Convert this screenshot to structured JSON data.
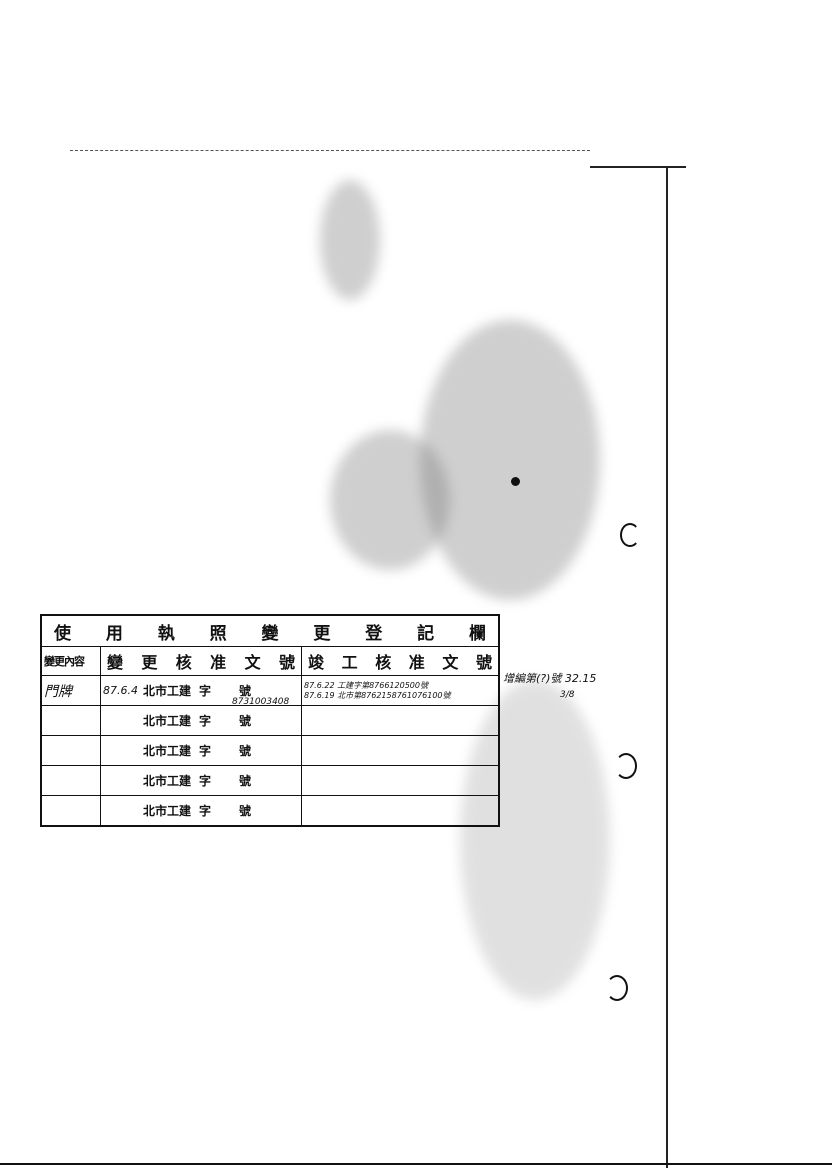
{
  "register": {
    "title_chars": [
      "使",
      "用",
      "執",
      "照",
      "變",
      "更",
      "登",
      "記",
      "欄"
    ],
    "headers": {
      "change_content": "變更內容",
      "change_approval_chars": [
        "變",
        "更",
        "核",
        "准",
        "文",
        "號"
      ],
      "completion_approval_chars": [
        "竣",
        "工",
        "核",
        "准",
        "文",
        "號"
      ]
    },
    "rows": [
      {
        "content": "門牌",
        "date": "87.6.4",
        "prefix": "北市工建",
        "zi": "字",
        "hao": "號",
        "handwritten_number": "8731003408",
        "completion_lines": [
          "87.6.22 工建字第8766120500號",
          "87.6.19 北市第8762158761076100號"
        ]
      },
      {
        "content": "",
        "date": "",
        "prefix": "北市工建",
        "zi": "字",
        "hao": "號",
        "handwritten_number": "",
        "completion_lines": [
          "",
          ""
        ]
      },
      {
        "content": "",
        "date": "",
        "prefix": "北市工建",
        "zi": "字",
        "hao": "號",
        "handwritten_number": "",
        "completion_lines": [
          "",
          ""
        ]
      },
      {
        "content": "",
        "date": "",
        "prefix": "北市工建",
        "zi": "字",
        "hao": "號",
        "handwritten_number": "",
        "completion_lines": [
          "",
          ""
        ]
      },
      {
        "content": "",
        "date": "",
        "prefix": "北市工建",
        "zi": "字",
        "hao": "號",
        "handwritten_number": "",
        "completion_lines": [
          "",
          ""
        ]
      }
    ],
    "side_note": "增編第(?)號 32.15",
    "side_note_2": "3/8"
  }
}
